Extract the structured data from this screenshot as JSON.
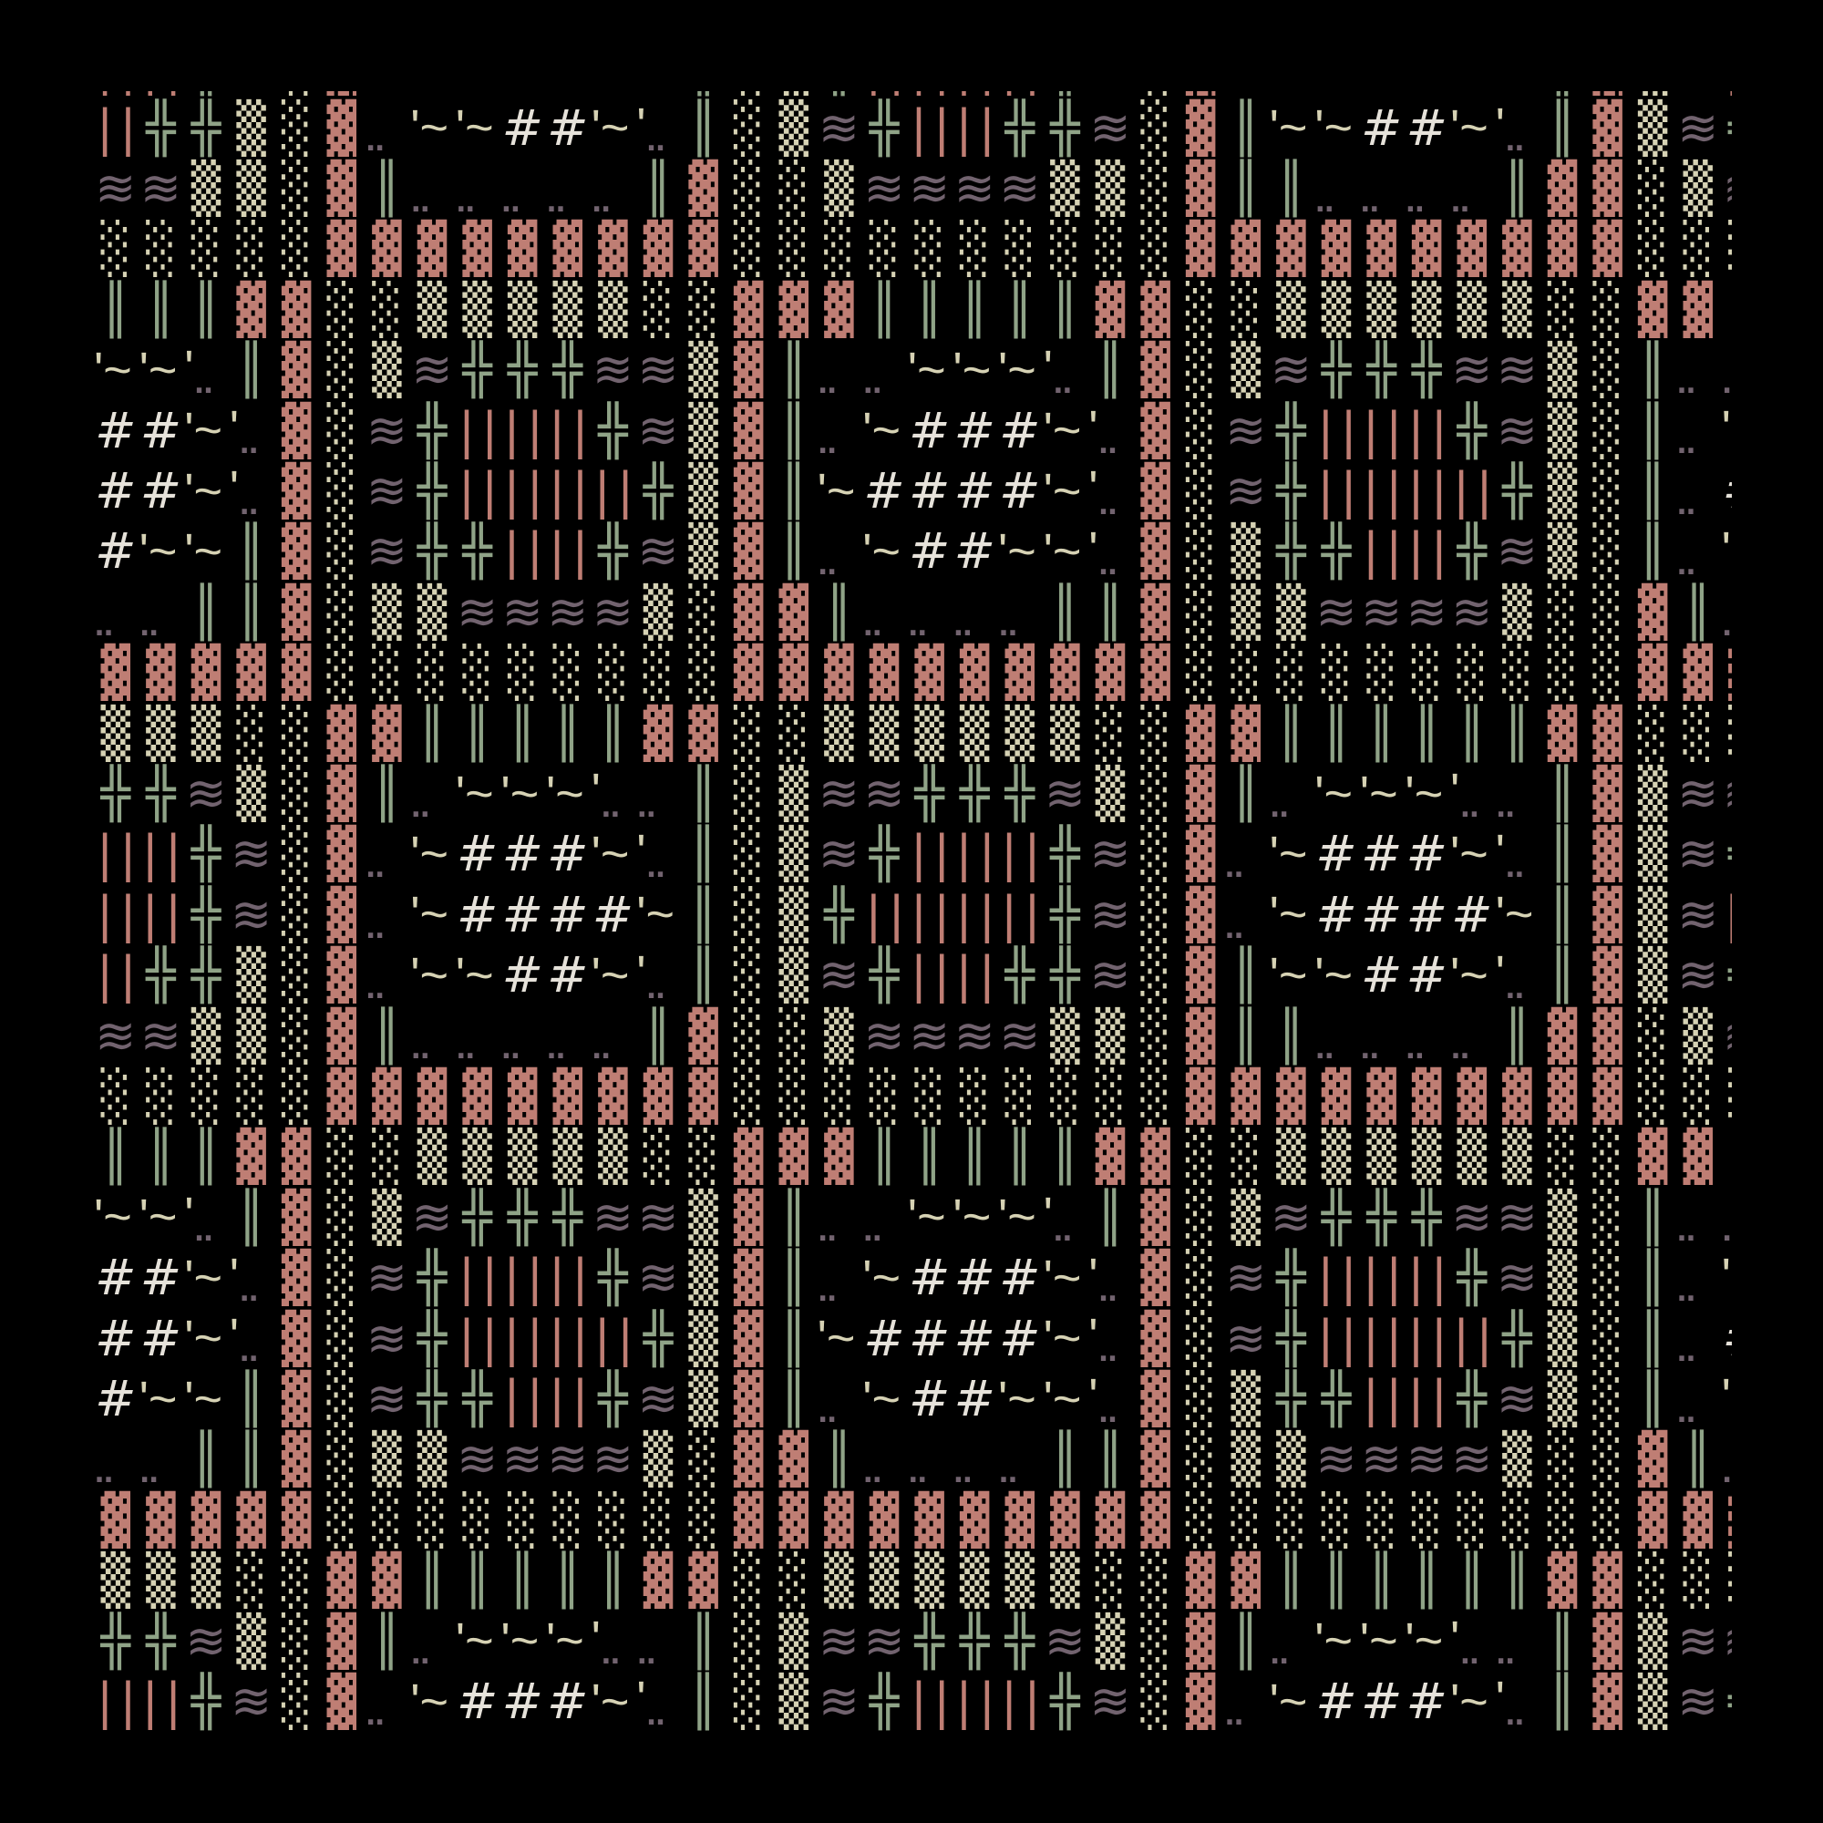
{
  "palette": {
    "background": "#000000",
    "pink": "#bf7e74",
    "green": "#8fa387",
    "mauve": "#72636f",
    "cream": "#d6d2b4",
    "hash": "#e6e2da"
  },
  "grid": {
    "columns": 37,
    "tile_height_rows": 14,
    "visible_rows_start": -1,
    "visible_rows_end": 26
  },
  "tile_rows": [
    [
      "| |",
      "╬",
      "╬",
      "▒",
      "░",
      "▓",
      "‥",
      "'~",
      "'~",
      "#",
      "#",
      "'~",
      "'‥",
      "║",
      "░",
      "▒",
      "≋",
      "╬",
      "| |",
      "| |",
      "╬",
      "╬",
      "≋",
      "░",
      "▓",
      "║",
      "'~",
      "'~",
      "#",
      "#",
      "'~",
      "'‥",
      "║",
      "▓",
      "▒",
      "≋",
      "╬"
    ],
    [
      "≋",
      "≋",
      "▒",
      "▒",
      "░",
      "▓",
      "║",
      "‥",
      "‥",
      "‥",
      "‥",
      "‥",
      "║",
      "▓",
      "░",
      "░",
      "▒",
      "≋",
      "≋",
      "≋",
      "≋",
      "▒",
      "▒",
      "░",
      "▓",
      "║",
      "║",
      "‥",
      "‥",
      "‥",
      "‥",
      "║",
      "▓",
      "▓",
      "░",
      "▒",
      "≋"
    ],
    [
      "░",
      "░",
      "░",
      "░",
      "░",
      "▓",
      "▓",
      "▓",
      "▓",
      "▓",
      "▓",
      "▓",
      "▓",
      "▓",
      "░",
      "░",
      "░",
      "░",
      "░",
      "░",
      "░",
      "░",
      "░",
      "░",
      "▓",
      "▓",
      "▓",
      "▓",
      "▓",
      "▓",
      "▓",
      "▓",
      "▓",
      "▓",
      "░",
      "░",
      "░"
    ],
    [
      "║",
      "║",
      "║",
      "▓",
      "▓",
      "░",
      "░",
      "▒",
      "▒",
      "▒",
      "▒",
      "▒",
      "░",
      "░",
      "▓",
      "▓",
      "▓",
      "║",
      "║",
      "║",
      "║",
      "║",
      "▓",
      "▓",
      "░",
      "░",
      "▒",
      "▒",
      "▒",
      "▒",
      "▒",
      "▒",
      "░",
      "░",
      "▓",
      "▓",
      " "
    ],
    [
      "'~",
      "'~",
      "'‥",
      "║",
      "▓",
      "░",
      "▒",
      "≋",
      "╬",
      "╬",
      "╬",
      "≋",
      "≋",
      "▒",
      "▓",
      "║",
      "‥",
      "‥",
      "'~",
      "'~",
      "'~",
      "'‥",
      "║",
      "▓",
      "░",
      "▒",
      "≋",
      "╬",
      "╬",
      "╬",
      "≋",
      "≋",
      "▒",
      "░",
      "║",
      "‥",
      "‥"
    ],
    [
      "#",
      "#",
      "'~",
      "'‥",
      "▓",
      "░",
      "≋",
      "╬",
      "| |",
      "| |",
      "| |",
      "╬",
      "≋",
      "▒",
      "▓",
      "║",
      "‥",
      "'~",
      "#",
      "#",
      "#",
      "'~",
      "'‥",
      "▓",
      "░",
      "≋",
      "╬",
      "| |",
      "| |",
      "| |",
      "╬",
      "≋",
      "▒",
      "░",
      "║",
      "‥",
      "'"
    ],
    [
      "#",
      "#",
      "'~",
      "'‥",
      "▓",
      "░",
      "≋",
      "╬",
      "| |",
      "| |",
      "| |",
      "| |",
      "╬",
      "▒",
      "▓",
      "║",
      "'~",
      "#",
      "#",
      "#",
      "#",
      "'~",
      "'‥",
      "▓",
      "░",
      "≋",
      "╬",
      "| |",
      "| |",
      "| |",
      "| |",
      "╬",
      "▒",
      "░",
      "║",
      "‥",
      "#"
    ],
    [
      "#",
      "'~",
      "'~",
      "║",
      "▓",
      "░",
      "≋",
      "╬",
      "╬",
      "| |",
      "| |",
      "╬",
      "≋",
      "▒",
      "▓",
      "║",
      "‥",
      "'~",
      "#",
      "#",
      "'~",
      "'~",
      "'‥",
      "▓",
      "░",
      "▒",
      "╬",
      "╬",
      "| |",
      "| |",
      "╬",
      "≋",
      "▒",
      "░",
      "║",
      "‥",
      "'"
    ],
    [
      "‥",
      "‥",
      "║",
      "║",
      "▓",
      "░",
      "▒",
      "▒",
      "≋",
      "≋",
      "≋",
      "≋",
      "▒",
      "░",
      "▓",
      "▓",
      "║",
      "‥",
      "‥",
      "‥",
      "‥",
      "║",
      "║",
      "▓",
      "░",
      "▒",
      "▒",
      "≋",
      "≋",
      "≋",
      "≋",
      "▒",
      "░",
      "░",
      "▓",
      "║",
      "‥"
    ],
    [
      "▓",
      "▓",
      "▓",
      "▓",
      "▓",
      "░",
      "░",
      "░",
      "░",
      "░",
      "░",
      "░",
      "░",
      "░",
      "▓",
      "▓",
      "▓",
      "▓",
      "▓",
      "▓",
      "▓",
      "▓",
      "▓",
      "▓",
      "░",
      "░",
      "░",
      "░",
      "░",
      "░",
      "░",
      "░",
      "░",
      "░",
      "▓",
      "▓",
      "▓"
    ],
    [
      "▒",
      "▒",
      "▒",
      "░",
      "░",
      "▓",
      "▓",
      "║",
      "║",
      "║",
      "║",
      "║",
      "▓",
      "▓",
      "░",
      "░",
      "▒",
      "▒",
      "▒",
      "▒",
      "▒",
      "▒",
      "░",
      "░",
      "▓",
      "▓",
      "║",
      "║",
      "║",
      "║",
      "║",
      "║",
      "▓",
      "▓",
      "░",
      "░",
      "░"
    ],
    [
      "╬",
      "╬",
      "≋",
      "▒",
      "░",
      "▓",
      "║",
      "‥",
      "'~",
      "'~",
      "'~",
      "'‥",
      "‥",
      "║",
      "░",
      "▒",
      "≋",
      "≋",
      "╬",
      "╬",
      "╬",
      "≋",
      "▒",
      "░",
      "▓",
      "║",
      "‥",
      "'~",
      "'~",
      "'~",
      "'‥",
      "‥",
      "║",
      "▓",
      "▒",
      "≋",
      "≋"
    ],
    [
      "| |",
      "| |",
      "╬",
      "≋",
      "░",
      "▓",
      "‥",
      "'~",
      "#",
      "#",
      "#",
      "'~",
      "'‥",
      "║",
      "░",
      "▒",
      "≋",
      "╬",
      "| |",
      "| |",
      "| |",
      "╬",
      "≋",
      "░",
      "▓",
      "‥",
      "'~",
      "#",
      "#",
      "#",
      "'~",
      "'‥",
      "║",
      "▓",
      "▒",
      "≋",
      "╬"
    ],
    [
      "| |",
      "| |",
      "╬",
      "≋",
      "░",
      "▓",
      "‥",
      "'~",
      "#",
      "#",
      "#",
      "#",
      "'~",
      "║",
      "░",
      "▒",
      "╬",
      "| |",
      "| |",
      "| |",
      "| |",
      "╬",
      "≋",
      "░",
      "▓",
      "‥",
      "'~",
      "#",
      "#",
      "#",
      "#",
      "'~",
      "║",
      "▓",
      "▒",
      "≋",
      "| |"
    ]
  ]
}
